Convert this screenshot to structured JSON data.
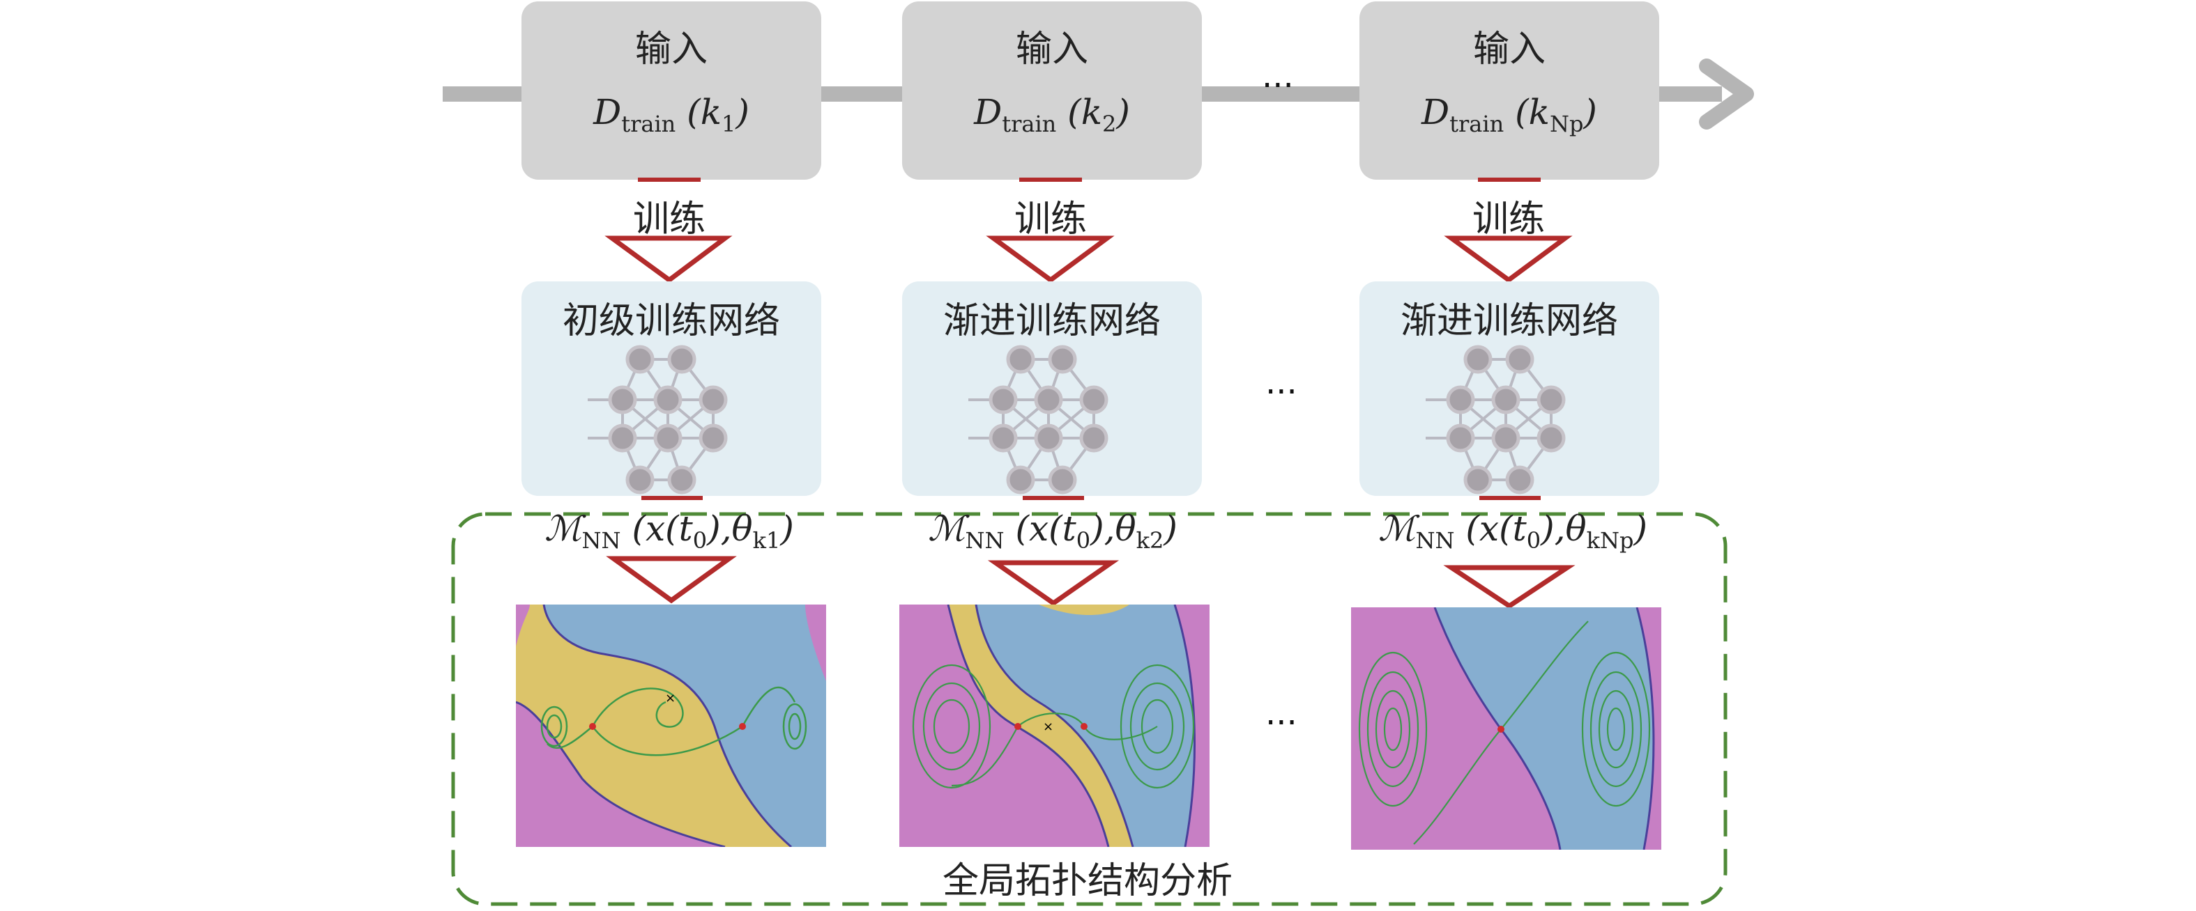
{
  "stages": [
    {
      "input_title": "输入",
      "input_data_main": "D",
      "input_data_sub": "train",
      "input_data_arg": "k",
      "input_data_arg_sub": "1",
      "train_label": "训练",
      "network_title": "初级训练网络",
      "model_main": "ℳ",
      "model_sub": "NN",
      "model_arg": "(x(t",
      "model_arg_sub": "0",
      "model_param": "),θ",
      "model_param_sub": "k1"
    },
    {
      "input_title": "输入",
      "input_data_main": "D",
      "input_data_sub": "train",
      "input_data_arg": "k",
      "input_data_arg_sub": "2",
      "train_label": "训练",
      "network_title": "渐进训练网络",
      "model_main": "ℳ",
      "model_sub": "NN",
      "model_arg": "(x(t",
      "model_arg_sub": "0",
      "model_param": "),θ",
      "model_param_sub": "k2"
    },
    {
      "input_title": "输入",
      "input_data_main": "D",
      "input_data_sub": "train",
      "input_data_arg": "k",
      "input_data_arg_sub": "Np",
      "train_label": "训练",
      "network_title": "渐进训练网络",
      "model_main": "ℳ",
      "model_sub": "NN",
      "model_arg": "(x(t",
      "model_arg_sub": "0",
      "model_param": "),θ",
      "model_param_sub": "kNp"
    }
  ],
  "ellipsis": "···",
  "analysis_label": "全局拓扑结构分析",
  "colors": {
    "timeline": "#b5b5b5",
    "arrow": "#b22b2b",
    "dashed_frame": "#4f8a37",
    "input_box": "#d3d3d3",
    "net_box": "#e3eef3",
    "basin_yellow": "#dcc46a",
    "basin_blue": "#86aed0",
    "basin_pink": "#c77fc4",
    "orbit_green": "#3c9a4a",
    "separatrix": "#4a3f9a"
  }
}
